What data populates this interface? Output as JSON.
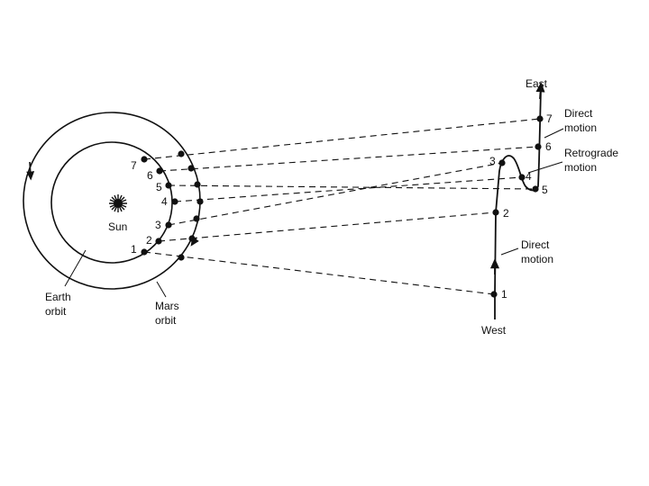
{
  "labels": {
    "sun": "Sun",
    "earth_orbit_1": "Earth",
    "earth_orbit_2": "orbit",
    "mars_orbit_1": "Mars",
    "mars_orbit_2": "orbit",
    "east": "East",
    "west": "West",
    "direct_motion_top_1": "Direct",
    "direct_motion_top_2": "motion",
    "retrograde_1": "Retrograde",
    "retrograde_2": "motion",
    "direct_motion_bottom_1": "Direct",
    "direct_motion_bottom_2": "motion"
  },
  "earth_positions": [
    "1",
    "2",
    "3",
    "4",
    "5",
    "6",
    "7"
  ],
  "sky_positions": [
    "1",
    "2",
    "3",
    "4",
    "5",
    "6",
    "7"
  ],
  "colors": {
    "ink": "#111111",
    "background": "#ffffff"
  }
}
